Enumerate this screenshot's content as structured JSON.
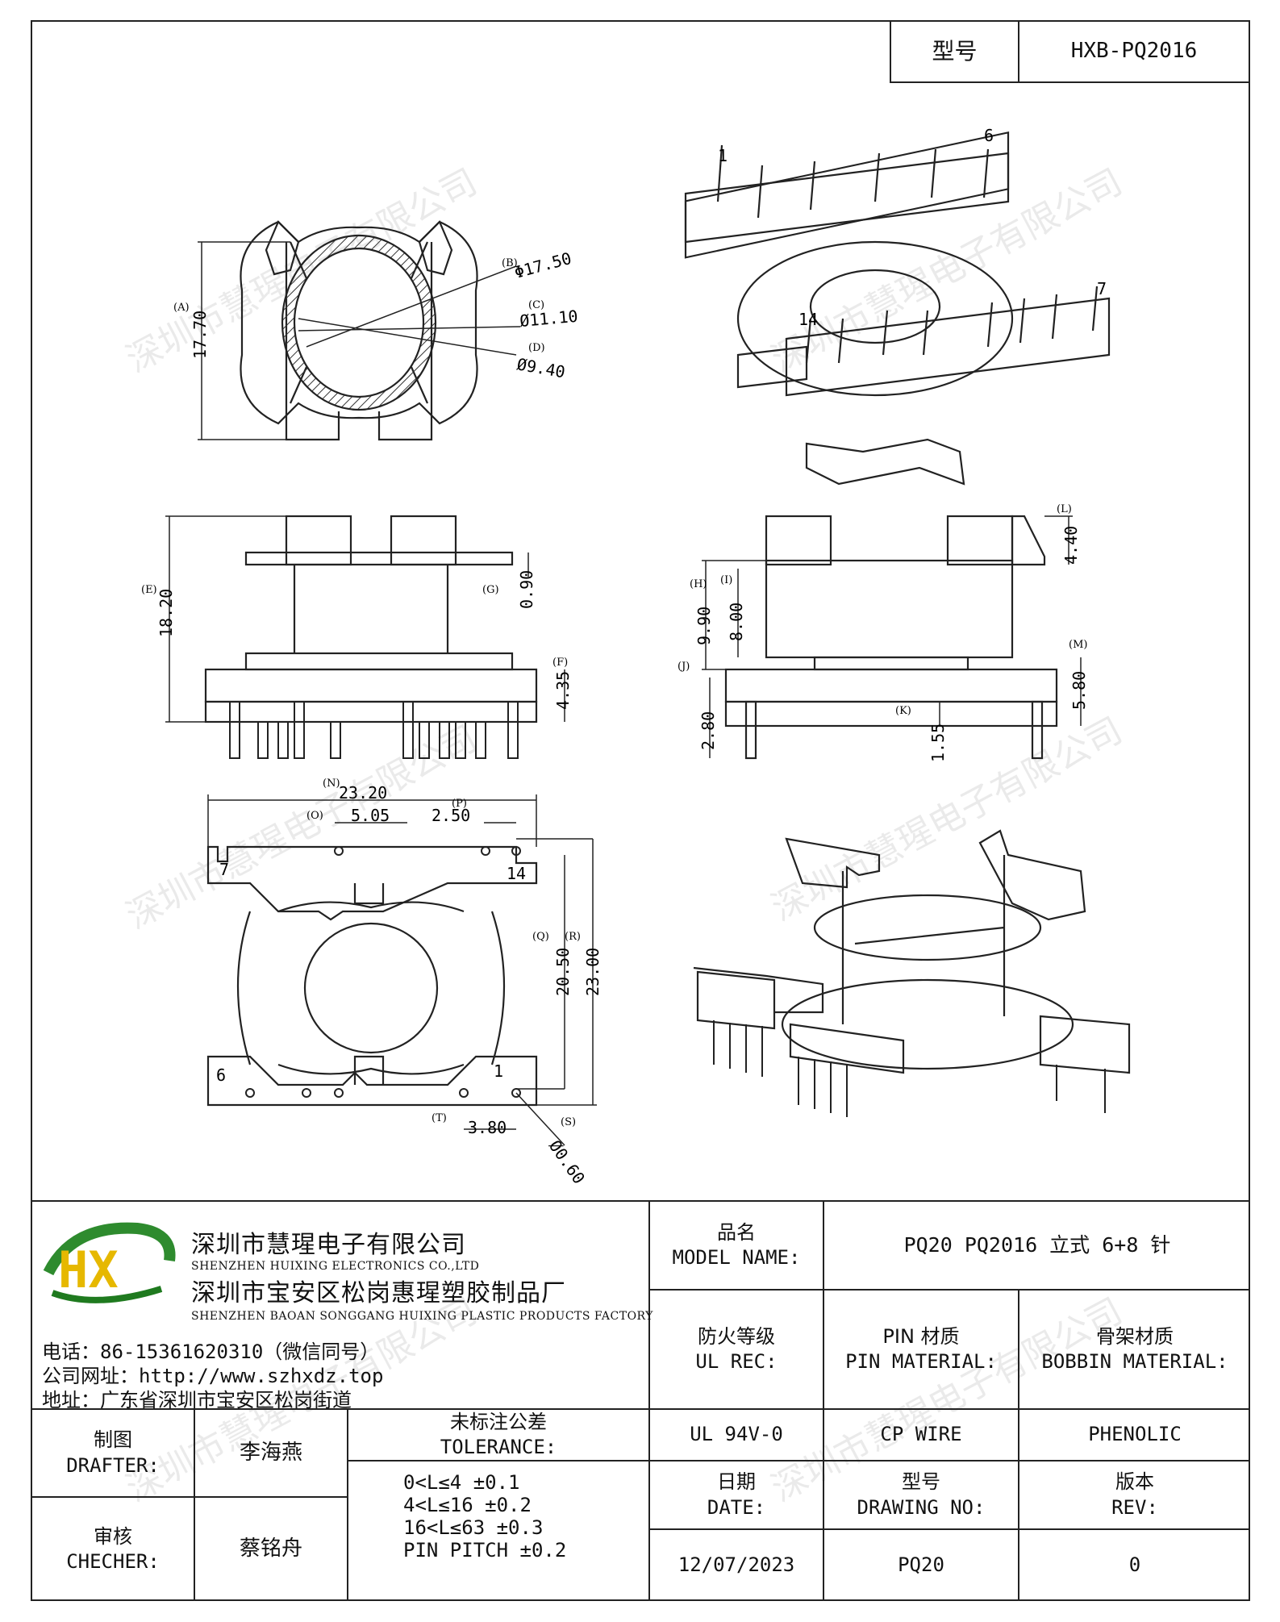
{
  "header": {
    "model_label": "型号",
    "model_value": "HXB-PQ2016"
  },
  "watermark": "深圳市慧瑆电子有限公司",
  "views": {
    "top": {
      "dims": [
        {
          "ref": "(A)",
          "value": "17.70"
        },
        {
          "ref": "(B)",
          "value": "Φ17.50"
        },
        {
          "ref": "(C)",
          "value": "Ø11.10"
        },
        {
          "ref": "(D)",
          "value": "Ø9.40"
        }
      ]
    },
    "iso_top": {
      "pins": [
        "1",
        "6",
        "7",
        "14"
      ]
    },
    "front": {
      "dims": [
        {
          "ref": "(E)",
          "value": "18.20"
        },
        {
          "ref": "(G)",
          "value": "0.90"
        },
        {
          "ref": "(F)",
          "value": "4.35"
        }
      ]
    },
    "side": {
      "dims": [
        {
          "ref": "(L)",
          "value": "4.40"
        },
        {
          "ref": "(H)",
          "value": "9.90"
        },
        {
          "ref": "(I)",
          "value": "8.00"
        },
        {
          "ref": "(J)",
          "value": "2.80"
        },
        {
          "ref": "(M)",
          "value": "5.80"
        },
        {
          "ref": "(K)",
          "value": "1.55"
        }
      ]
    },
    "bottom": {
      "dims": [
        {
          "ref": "(N)",
          "value": "23.20"
        },
        {
          "ref": "(O)",
          "value": "5.05"
        },
        {
          "ref": "(P)",
          "value": "2.50"
        },
        {
          "ref": "(Q)",
          "value": "20.50"
        },
        {
          "ref": "(R)",
          "value": "23.00"
        },
        {
          "ref": "(T)",
          "value": "3.80"
        },
        {
          "ref": "(S)",
          "value": "Ø0.60"
        }
      ],
      "pins": [
        "7",
        "14",
        "6",
        "1"
      ]
    }
  },
  "title_block": {
    "company_cn": "深圳市慧瑆电子有限公司",
    "company_en": "SHENZHEN HUIXING ELECTRONICS CO.,LTD",
    "factory_cn": "深圳市宝安区松岗惠瑆塑胶制品厂",
    "factory_en": "SHENZHEN BAOAN SONGGANG HUIXING PLASTIC PRODUCTS FACTORY",
    "phone": "电话：86-15361620310（微信同号）",
    "website": "公司网址：http://www.szhxdz.top",
    "address": "地址：广东省深圳市宝安区松岗街道",
    "logo_text": "HX",
    "model_name_cn": "品名",
    "model_name_en": "MODEL NAME:",
    "model_name_value": "PQ20 PQ2016 立式 6+8 针",
    "ul_cn": "防火等级",
    "ul_en": "UL REC:",
    "pin_cn": "PIN 材质",
    "pin_en": "PIN MATERIAL:",
    "bobbin_cn": "骨架材质",
    "bobbin_en": "BOBBIN MATERIAL:",
    "ul_value": "UL 94V-0",
    "pin_value": "CP WIRE",
    "bobbin_value": "PHENOLIC",
    "drafter_cn": "制图",
    "drafter_en": "DRAFTER:",
    "drafter_name": "李海燕",
    "checker_cn": "审核",
    "checker_en": "CHECHER:",
    "checker_name": "蔡铭舟",
    "tolerance_cn": "未标注公差",
    "tolerance_en": "TOLERANCE:",
    "tolerance_lines": [
      "0<L≤4  ±0.1",
      "4<L≤16 ±0.2",
      "16<L≤63 ±0.3",
      "PIN PITCH ±0.2"
    ],
    "date_cn": "日期",
    "date_en": "DATE:",
    "date_value": "12/07/2023",
    "drawing_cn": "型号",
    "drawing_en": "DRAWING NO:",
    "drawing_value": "PQ20",
    "rev_cn": "版本",
    "rev_en": "REV:",
    "rev_value": "0"
  }
}
